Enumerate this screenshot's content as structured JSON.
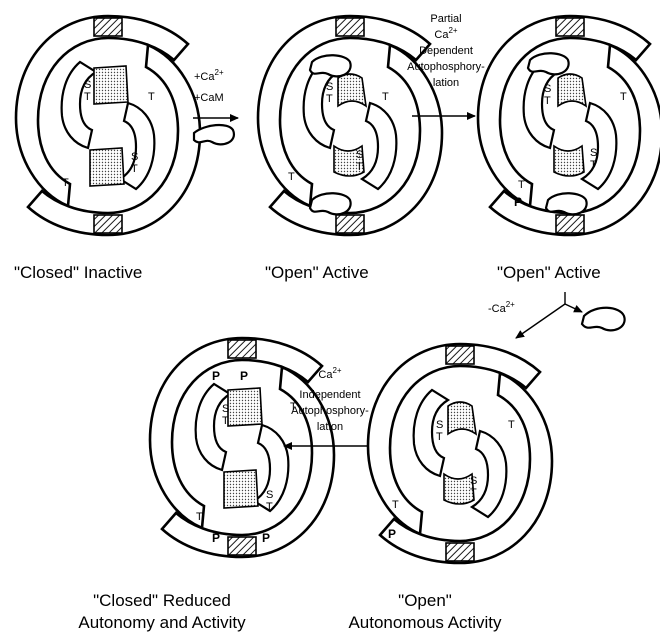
{
  "figure": {
    "arrow1": {
      "line1": "+Ca",
      "line1_sup": "2+",
      "line2": "+CaM"
    },
    "arrow2": {
      "line1": "Partial",
      "line2": "Ca",
      "line2_sup": "2+",
      "line3": "Dependent",
      "line4": "Autophosphory-",
      "line5": "lation"
    },
    "arrow3": {
      "line1": "-Ca",
      "line1_sup": "2+"
    },
    "arrow4": {
      "line1": "Ca",
      "line1_sup": "2+",
      "line2": "Independent",
      "line3": "Autophosphory-",
      "line4": "lation"
    },
    "residues": {
      "st": "S",
      "t_under": "T",
      "t": "T",
      "p": "P"
    },
    "states": {
      "closed_inactive": {
        "line1": "\"Closed\" Inactive"
      },
      "open_active_1": {
        "line1": "\"Open\" Active"
      },
      "open_active_2": {
        "line1": "\"Open\" Active"
      },
      "closed_reduced": {
        "line1": "\"Closed\" Reduced",
        "line2": "Autonomy and Activity"
      },
      "open_autonomous": {
        "line1": "\"Open\"",
        "line2": "Autonomous Activity"
      }
    }
  }
}
